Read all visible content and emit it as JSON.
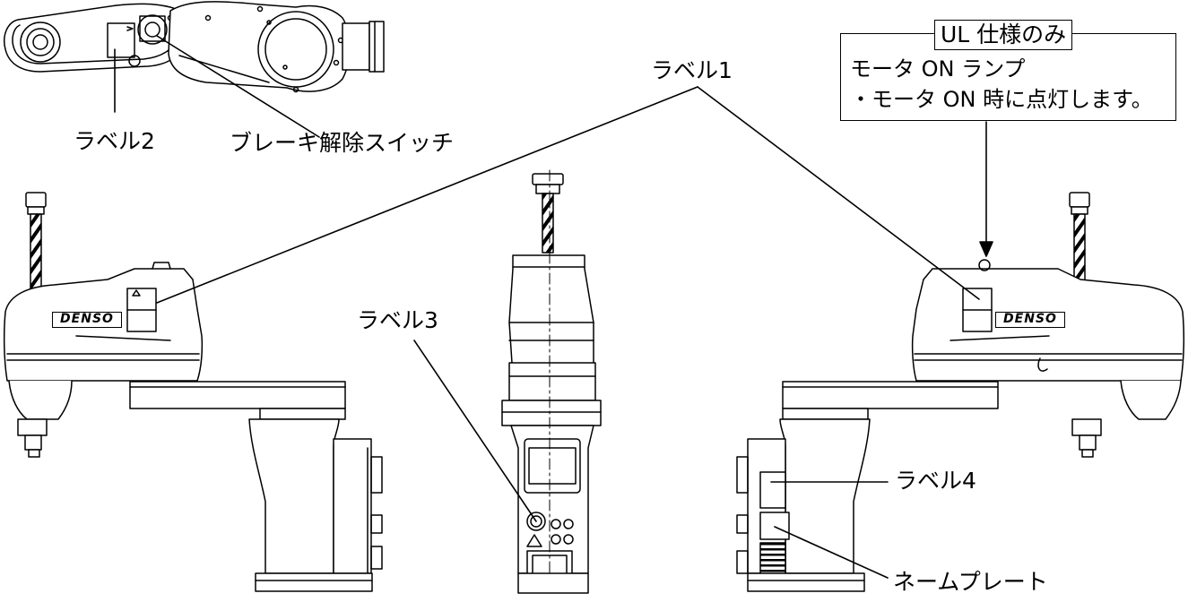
{
  "labels": {
    "label1": "ラベル1",
    "label2": "ラベル2",
    "label3": "ラベル3",
    "label4": "ラベル4",
    "brake_switch": "ブレーキ解除スイッチ",
    "nameplate": "ネームプレート"
  },
  "ul_box": {
    "tag": "UL 仕様のみ",
    "line1": "モータ ON ランプ",
    "line2": "・モータ ON 時に点灯します。"
  },
  "brand": {
    "left": "DENSO",
    "right": "DENSO"
  },
  "colors": {
    "line": "#000000",
    "background": "#ffffff"
  }
}
